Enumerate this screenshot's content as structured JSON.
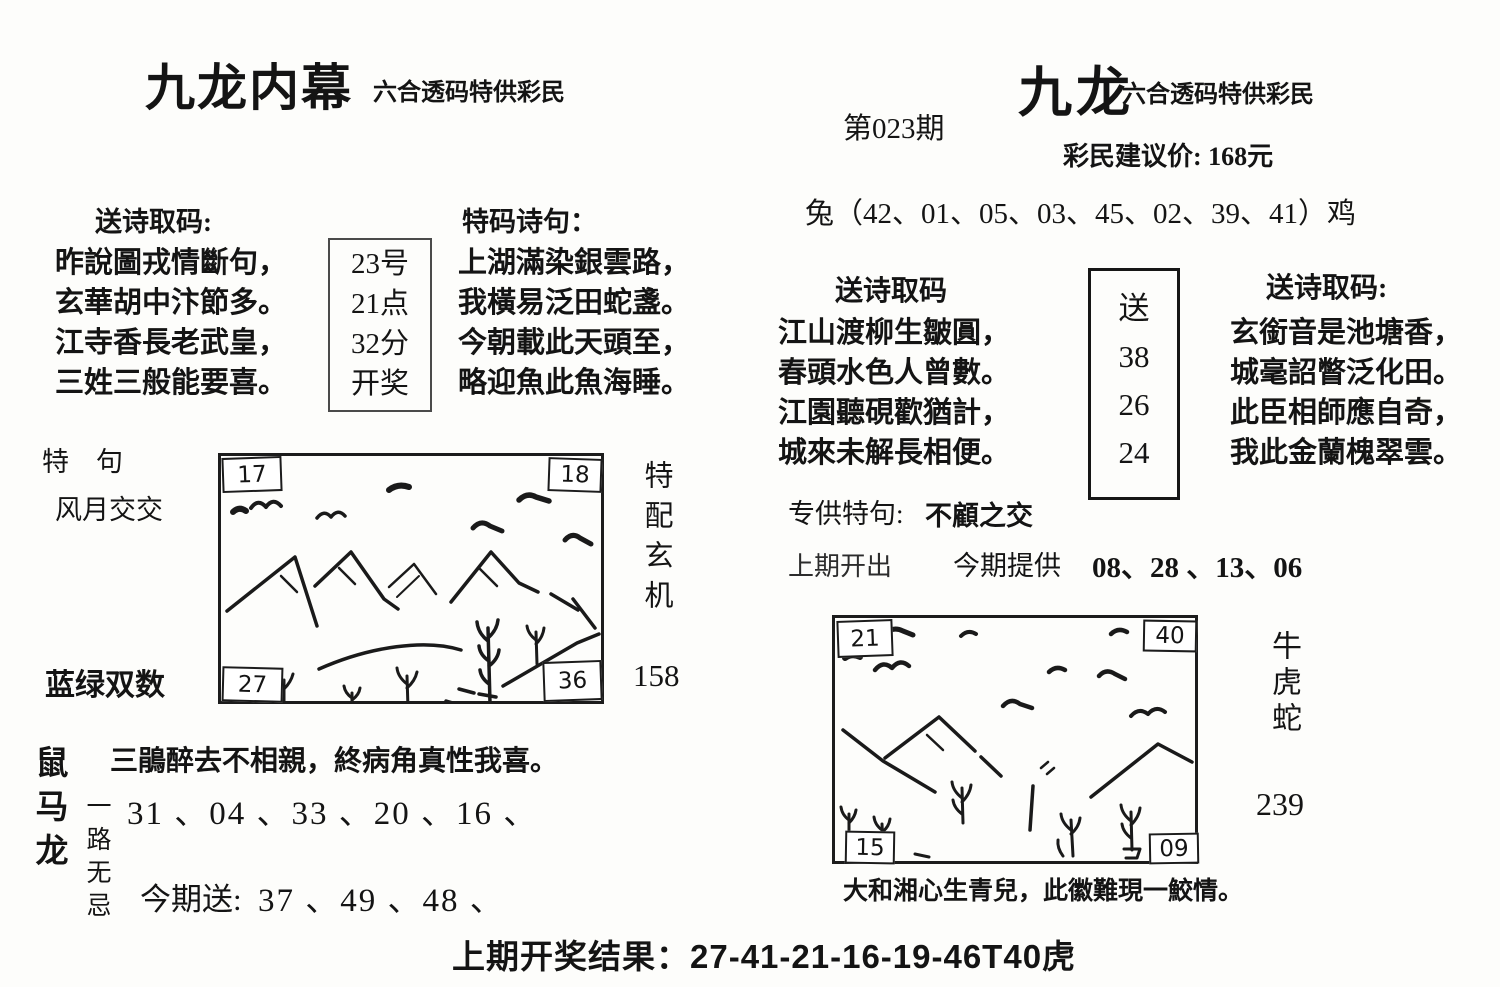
{
  "masthead_left": {
    "title": "九龙内幕",
    "subtitle": "六合透码特供彩民"
  },
  "masthead_right": {
    "title": "九龙",
    "subtitle": "六合透码特供彩民",
    "issue": "第023期",
    "price_label": "彩民建议价: 168元",
    "zodiac_line": "兔（42、01、05、03、45、02、39、41）鸡"
  },
  "left_column": {
    "poem1_header": "送诗取码:",
    "poem1": [
      "昨說圖戎情斷句，",
      "玄華胡中汴節多。",
      "江寺香長老武皇，",
      "三姓三般能要喜。"
    ],
    "draw_box": [
      "23号",
      "21点",
      "32分",
      "开奖"
    ],
    "poem2_header": "特码诗句：",
    "poem2": [
      "上湖滿染銀雲路，",
      "我橫易泛田蛇盞。",
      "今朝載此天頭至，",
      "略迎魚此魚海睡。"
    ],
    "te_ju_label": "特　句",
    "te_ju_value": "风月交交",
    "lan_lv_label": "蓝绿双数",
    "picture1": {
      "tl": "17",
      "tr": "18",
      "bl": "27",
      "br": "36",
      "side_vertical": "特配玄机",
      "side_number": "158"
    }
  },
  "right_column": {
    "poem3_header": "送诗取码",
    "poem3": [
      "江山渡柳生皺圓，",
      "春頭水色人曾數。",
      "江園聽硯歡猶計，",
      "城來未解長相便。"
    ],
    "song_box": [
      "送",
      "38",
      "26",
      "24"
    ],
    "poem4_header": "送诗取码:",
    "poem4": [
      "玄銜音是池塘香，",
      "城毫詔瞥泛化田。",
      "此臣相師應自奇，",
      "我此金蘭槐翠雲。"
    ],
    "special_label": "专供特句:",
    "special_value": "不顧之交",
    "prev_open_label": "上期开出",
    "this_issue_label": "今期提供",
    "this_issue_numbers": "08、28 、13、06",
    "picture2": {
      "tl": "21",
      "tr": "40",
      "bl": "15",
      "br": "09",
      "side_vertical": "牛虎蛇",
      "side_number": "239",
      "caption": "大和湘心生青兒，此徽難現一鮫情。"
    }
  },
  "bottom_left": {
    "zodiac_vertical": "鼠马龙",
    "motto_vertical": "一路无忌",
    "sentence": "三鵑醉去不相親，終病角真性我喜。",
    "numbers_line": "31 、04 、33 、20 、16 、",
    "gift_label": "今期送:",
    "gift_numbers": "37 、49 、48 、"
  },
  "footer": {
    "result_line": "上期开奖结果：27-41-21-16-19-46T40虎"
  }
}
